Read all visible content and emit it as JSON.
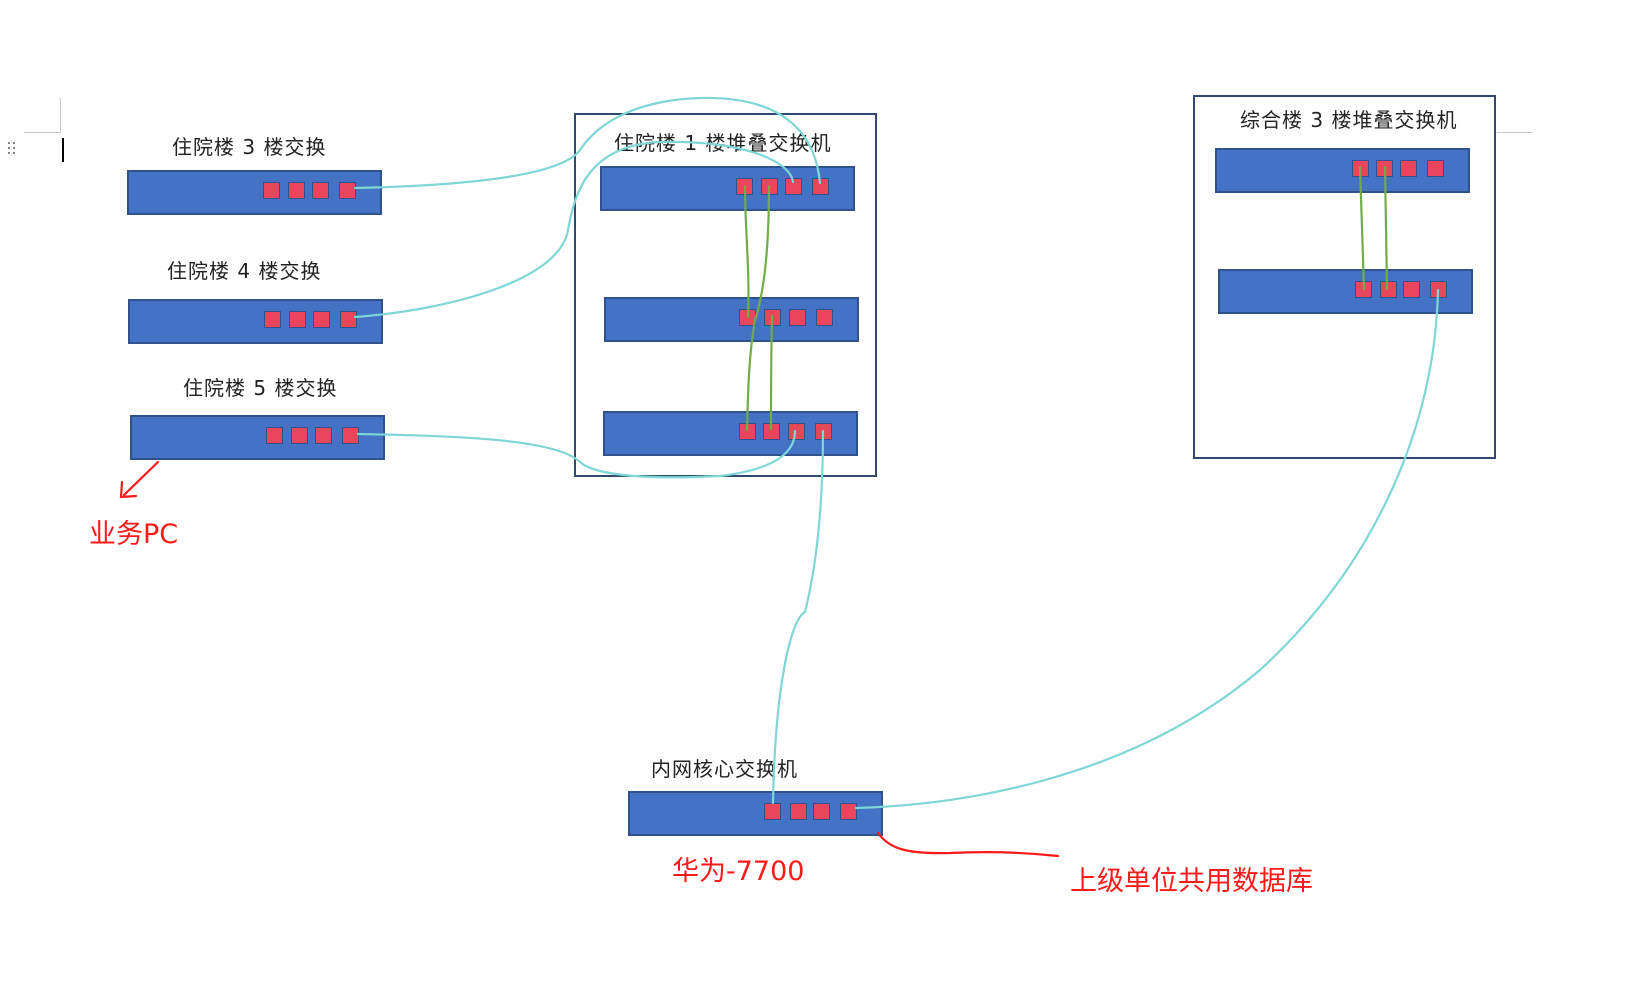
{
  "diagram": {
    "title": "network-topology",
    "colors": {
      "switch_fill": "#4472c4",
      "switch_border": "#2f528f",
      "port_fill": "#e8475b",
      "uplink_cable": "#7fd6d6",
      "stack_cable": "#70ad47",
      "annotation": "#ff1a1a",
      "stack_frame": "#2f4a6e"
    },
    "switches": [
      {
        "id": "inpatient-3f",
        "label": "住院楼 3 楼交换",
        "ports": 4
      },
      {
        "id": "inpatient-4f",
        "label": "住院楼 4 楼交换",
        "ports": 4
      },
      {
        "id": "inpatient-5f",
        "label": "住院楼 5 楼交换",
        "ports": 4
      },
      {
        "id": "core",
        "label": "内网核心交换机",
        "ports": 4
      }
    ],
    "stacks": [
      {
        "id": "inpatient-1f-stack",
        "label": "住院楼 1 楼堆叠交换机",
        "members": 3,
        "ports_per_member": 4
      },
      {
        "id": "general-3f-stack",
        "label": "综合楼 3 楼堆叠交换机",
        "members": 2,
        "ports_per_member": 4
      }
    ],
    "links": [
      {
        "from": "inpatient-3f.port4",
        "to": "inpatient-1f-stack.member1.port4",
        "type": "uplink"
      },
      {
        "from": "inpatient-4f.port4",
        "to": "inpatient-1f-stack.member1.port3",
        "type": "uplink"
      },
      {
        "from": "inpatient-5f.port4",
        "to": "inpatient-1f-stack.member3.port3",
        "type": "uplink"
      },
      {
        "from": "inpatient-1f-stack.member3.port4",
        "to": "core.port1",
        "type": "uplink"
      },
      {
        "from": "general-3f-stack.member2.port4",
        "to": "core.port4",
        "type": "uplink"
      },
      {
        "from": "inpatient-1f-stack.member1.port1",
        "to": "inpatient-1f-stack.member3.port1",
        "type": "stack"
      },
      {
        "from": "inpatient-1f-stack.member1.port2",
        "to": "inpatient-1f-stack.member2.port1",
        "type": "stack"
      },
      {
        "from": "inpatient-1f-stack.member2.port2",
        "to": "inpatient-1f-stack.member3.port2",
        "type": "stack"
      },
      {
        "from": "general-3f-stack.member1.port1",
        "to": "general-3f-stack.member2.port1",
        "type": "stack"
      },
      {
        "from": "general-3f-stack.member1.port2",
        "to": "general-3f-stack.member2.port2",
        "type": "stack"
      }
    ],
    "annotations": {
      "business_pc": "业务PC",
      "core_model": "华为-7700",
      "shared_database": "上级单位共用数据库"
    }
  }
}
